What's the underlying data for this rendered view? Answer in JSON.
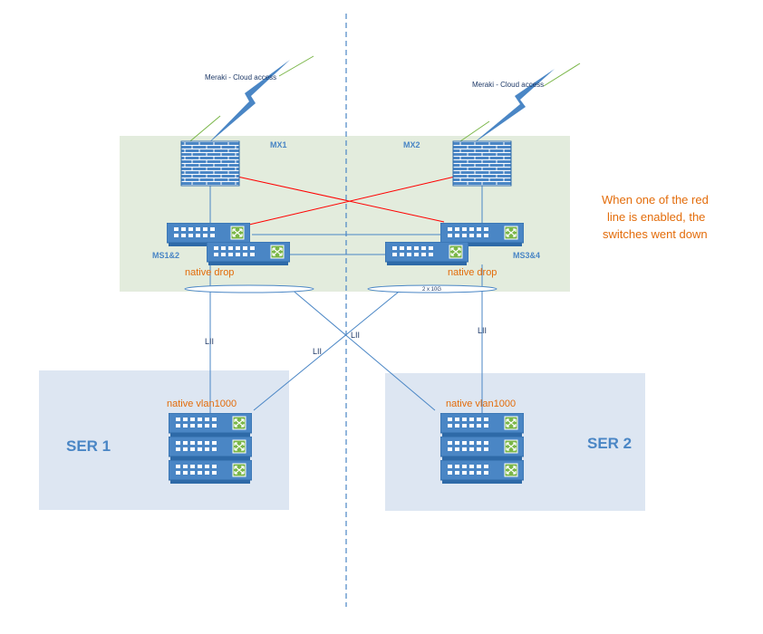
{
  "cloud": {
    "left_label": "Meraki - Cloud access",
    "right_label": "Meraki - Cloud access"
  },
  "firewalls": {
    "mx1": "MX1",
    "mx2": "MX2"
  },
  "switches": {
    "ms12": "MS1&2",
    "ms34": "MS3&4",
    "native_drop_left": "native drop",
    "native_drop_right": "native drop",
    "lag_label": "2 x 10G"
  },
  "links": {
    "l1": "LII",
    "l2": "LII",
    "l3": "LII",
    "l4": "LII"
  },
  "server_rooms": {
    "ser1": "SER 1",
    "ser2": "SER 2",
    "vlan_left": "native vlan1000",
    "vlan_right": "native vlan1000"
  },
  "note": {
    "line1": "When one of the red",
    "line2": "line is enabled, the",
    "line3": "switches went down"
  },
  "colors": {
    "zone_green": "#e3ecdd",
    "zone_blue": "#dde6f2",
    "device_blue": "#4a86c5",
    "red_link": "#ff0000",
    "accent_orange": "#e36c0a",
    "dashed_divider": "#4a86c5"
  }
}
